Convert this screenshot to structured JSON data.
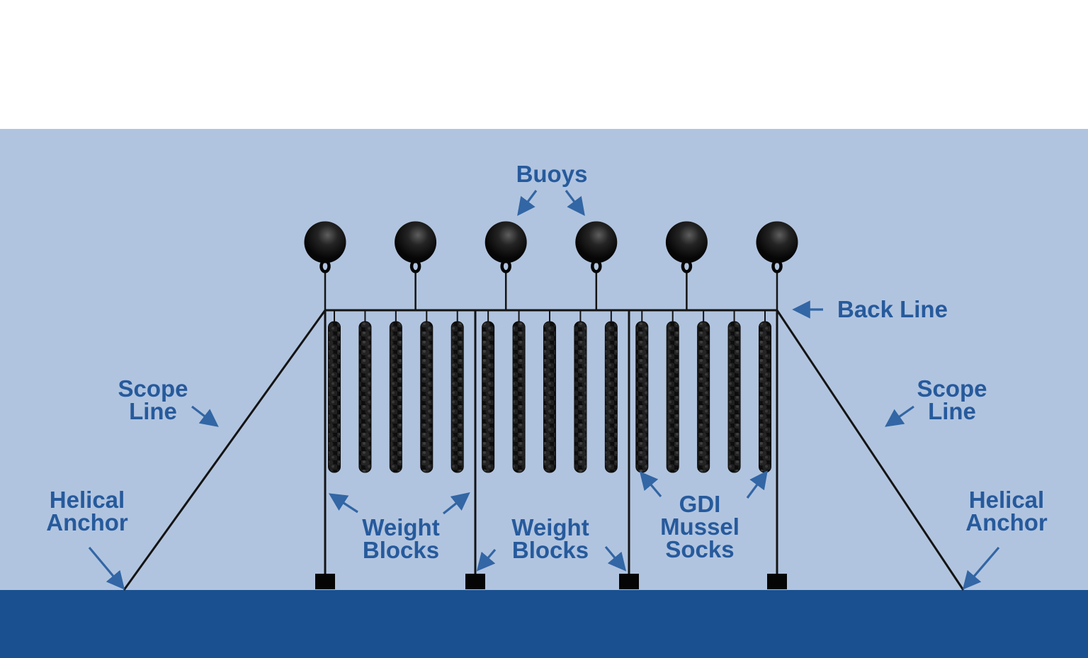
{
  "scene": {
    "sky_color": "#ffffff",
    "water_color": "#b1c4df",
    "seafloor_color": "#1a5090",
    "line_color": "#141414",
    "label_color": "#265a9c",
    "arrow_color": "#3266a5",
    "buoy_color": "#0a0a0a",
    "sock_base_color": "#0d0d0d",
    "weight_block_color": "#050505"
  },
  "labels": {
    "buoys": "Buoys",
    "back_line": "Back Line",
    "scope_line_left": "Scope\nLine",
    "scope_line_right": "Scope\nLine",
    "helical_anchor_left": "Helical\nAnchor",
    "helical_anchor_right": "Helical\nAnchor",
    "weight_blocks_left": "Weight\nBlocks",
    "weight_blocks_center": "Weight\nBlocks",
    "gdi_mussel_socks": "GDI\nMussel\nSocks"
  },
  "components": {
    "buoy_count": 6,
    "mussel_sock_count": 15,
    "mussel_sock_groups": 3,
    "socks_per_group": 5,
    "weight_block_count": 4,
    "helical_anchor_count": 2,
    "scope_line_count": 2
  }
}
